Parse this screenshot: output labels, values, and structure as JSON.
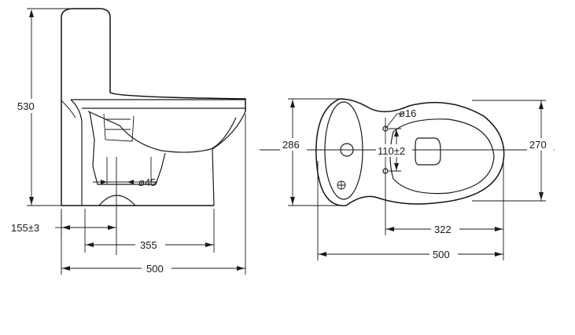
{
  "side_view": {
    "dim_height": "530",
    "dim_outlet_offset": "155±3",
    "dim_outlet_to_front": "355",
    "dim_total_length": "500",
    "dim_outlet_diameter": "ø45"
  },
  "top_view": {
    "dim_tank_width": "286",
    "dim_bowl_width": "270",
    "dim_bolt_diameter": "ø16",
    "dim_bolt_spacing": "110±2",
    "dim_bolt_to_front": "322",
    "dim_total_length": "500"
  }
}
